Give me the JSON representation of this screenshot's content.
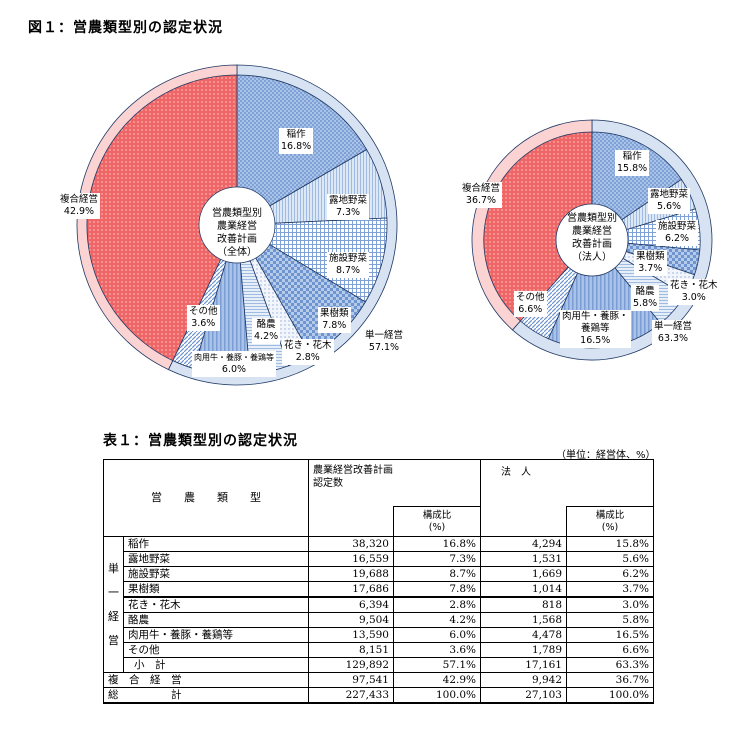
{
  "figure_title": "図１：営農類型別の認定状況",
  "table_title": "表１：営農類型別の認定状況",
  "unit_note": "（単位：経営体、%）",
  "chart_data": [
    {
      "type": "pie",
      "title": "営農類型別農業経営改善計画（全体）",
      "center_label": [
        "営農類型別",
        "農業経営",
        "改善計画",
        "（全体）"
      ],
      "inner_ring": {
        "categories": [
          "稲作",
          "露地野菜",
          "施設野菜",
          "果樹類",
          "花き・花木",
          "酪農",
          "肉用牛・養豚・養鶏等",
          "その他",
          "複合経営"
        ],
        "values": [
          16.8,
          7.3,
          8.7,
          7.8,
          2.8,
          4.2,
          6.0,
          3.6,
          42.9
        ]
      },
      "outer_ring": {
        "categories": [
          "単一経営",
          "複合経営"
        ],
        "values": [
          57.1,
          42.9
        ]
      }
    },
    {
      "type": "pie",
      "title": "営農類型別農業経営改善計画（法人）",
      "center_label": [
        "営農類型別",
        "農業経営",
        "改善計画",
        "（法人）"
      ],
      "inner_ring": {
        "categories": [
          "稲作",
          "露地野菜",
          "施設野菜",
          "果樹類",
          "花き・花木",
          "酪農",
          "肉用牛・養豚・養鶏等",
          "その他",
          "複合経営"
        ],
        "values": [
          15.8,
          5.6,
          6.2,
          3.7,
          3.0,
          5.8,
          16.5,
          6.6,
          36.7
        ]
      },
      "outer_ring": {
        "categories": [
          "単一経営",
          "複合経営"
        ],
        "values": [
          63.3,
          36.7
        ]
      }
    }
  ],
  "colors": {
    "single": "#9dbbe3",
    "single_outer": "#d7e3f3",
    "complex": "#f06666",
    "complex_outer": "#fbd3d3"
  },
  "pie1_labels": [
    {
      "name": "稲作",
      "pct": "16.8%"
    },
    {
      "name": "露地野菜",
      "pct": "7.3%"
    },
    {
      "name": "施設野菜",
      "pct": "8.7%"
    },
    {
      "name": "果樹類",
      "pct": "7.8%"
    },
    {
      "name": "花き・花木",
      "pct": "2.8%"
    },
    {
      "name": "酪農",
      "pct": "4.2%"
    },
    {
      "name": "肉用牛・養豚・養鶏等",
      "pct": "6.0%"
    },
    {
      "name": "その他",
      "pct": "3.6%"
    },
    {
      "name": "複合経営",
      "pct": "42.9%"
    },
    {
      "name": "単一経営",
      "pct": "57.1%"
    }
  ],
  "pie2_labels": [
    {
      "name": "稲作",
      "pct": "15.8%"
    },
    {
      "name": "露地野菜",
      "pct": "5.6%"
    },
    {
      "name": "施設野菜",
      "pct": "6.2%"
    },
    {
      "name": "果樹類",
      "pct": "3.7%"
    },
    {
      "name": "花き・花木",
      "pct": "3.0%"
    },
    {
      "name": "酪農",
      "pct": "5.8%"
    },
    {
      "name": "肉用牛・養豚・",
      "name2": "養鶏等",
      "pct": "16.5%"
    },
    {
      "name": "その他",
      "pct": "6.6%"
    },
    {
      "name": "複合経営",
      "pct": "36.7%"
    },
    {
      "name": "単一経営",
      "pct": "63.3%"
    }
  ],
  "table": {
    "header": {
      "type_col": "営　　農　　類　　型",
      "plan_col": "農業経営改善計画\n認定数",
      "corp_col": "法　人",
      "ratio": "構成比",
      "ratio_unit": "(%)"
    },
    "group_label": [
      "単",
      "一",
      "経",
      "営"
    ],
    "rows": [
      {
        "label": "稲作",
        "count": "38,320",
        "ratio": "16.8%",
        "corp": "4,294",
        "corp_ratio": "15.8%"
      },
      {
        "label": "露地野菜",
        "count": "16,559",
        "ratio": "7.3%",
        "corp": "1,531",
        "corp_ratio": "5.6%"
      },
      {
        "label": "施設野菜",
        "count": "19,688",
        "ratio": "8.7%",
        "corp": "1,669",
        "corp_ratio": "6.2%"
      },
      {
        "label": "果樹類",
        "count": "17,686",
        "ratio": "7.8%",
        "corp": "1,014",
        "corp_ratio": "3.7%"
      },
      {
        "label": "花き・花木",
        "count": "6,394",
        "ratio": "2.8%",
        "corp": "818",
        "corp_ratio": "3.0%"
      },
      {
        "label": "酪農",
        "count": "9,504",
        "ratio": "4.2%",
        "corp": "1,568",
        "corp_ratio": "5.8%"
      },
      {
        "label": "肉用牛・養豚・養鶏等",
        "count": "13,590",
        "ratio": "6.0%",
        "corp": "4,478",
        "corp_ratio": "16.5%"
      },
      {
        "label": "その他",
        "count": "8,151",
        "ratio": "3.6%",
        "corp": "1,789",
        "corp_ratio": "6.6%"
      }
    ],
    "subtotal": {
      "label": "小　計",
      "count": "129,892",
      "ratio": "57.1%",
      "corp": "17,161",
      "corp_ratio": "63.3%"
    },
    "complex": {
      "label": "複　合　経　営",
      "count": "97,541",
      "ratio": "42.9%",
      "corp": "9,942",
      "corp_ratio": "36.7%"
    },
    "total": {
      "label": "総　　　　　計",
      "count": "227,433",
      "ratio": "100.0%",
      "corp": "27,103",
      "corp_ratio": "100.0%"
    }
  }
}
